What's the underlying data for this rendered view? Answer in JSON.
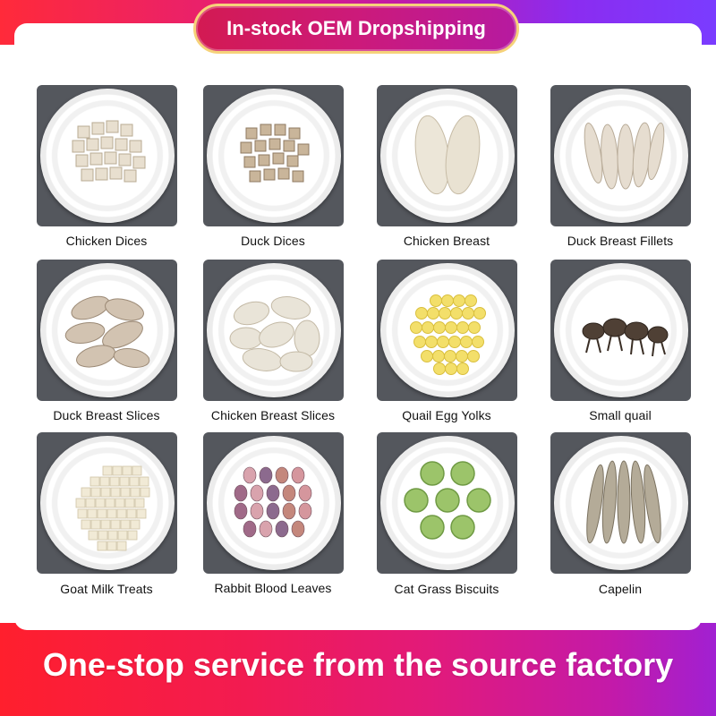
{
  "header": {
    "title": "In-stock OEM Dropshipping"
  },
  "products": [
    {
      "label": "Chicken Dices",
      "icon": "chicken-dices-image"
    },
    {
      "label": "Duck Dices",
      "icon": "duck-dices-image"
    },
    {
      "label": "Chicken Breast",
      "icon": "chicken-breast-image"
    },
    {
      "label": "Duck Breast Fillets",
      "icon": "duck-breast-fillets-image"
    },
    {
      "label": "Duck Breast Slices",
      "icon": "duck-breast-slices-image"
    },
    {
      "label": "Chicken Breast Slices",
      "icon": "chicken-breast-slices-image"
    },
    {
      "label": "Quail Egg Yolks",
      "icon": "quail-egg-yolks-image"
    },
    {
      "label": "Small quail",
      "icon": "small-quail-image"
    },
    {
      "label": "Goat Milk Treats",
      "icon": "goat-milk-treats-image"
    },
    {
      "label": "Rabbit Blood Leaves",
      "icon": "rabbit-blood-leaves-image"
    },
    {
      "label": "Cat Grass Biscuits",
      "icon": "cat-grass-biscuits-image"
    },
    {
      "label": "Capelin",
      "icon": "capelin-image"
    }
  ],
  "footer": {
    "tagline": "One-stop service from the source factory"
  },
  "colors": {
    "brand_red": "#ff1f2d",
    "brand_purple": "#8b2cf0",
    "pill_border": "#f6d27a",
    "card_bg": "#54575d"
  }
}
